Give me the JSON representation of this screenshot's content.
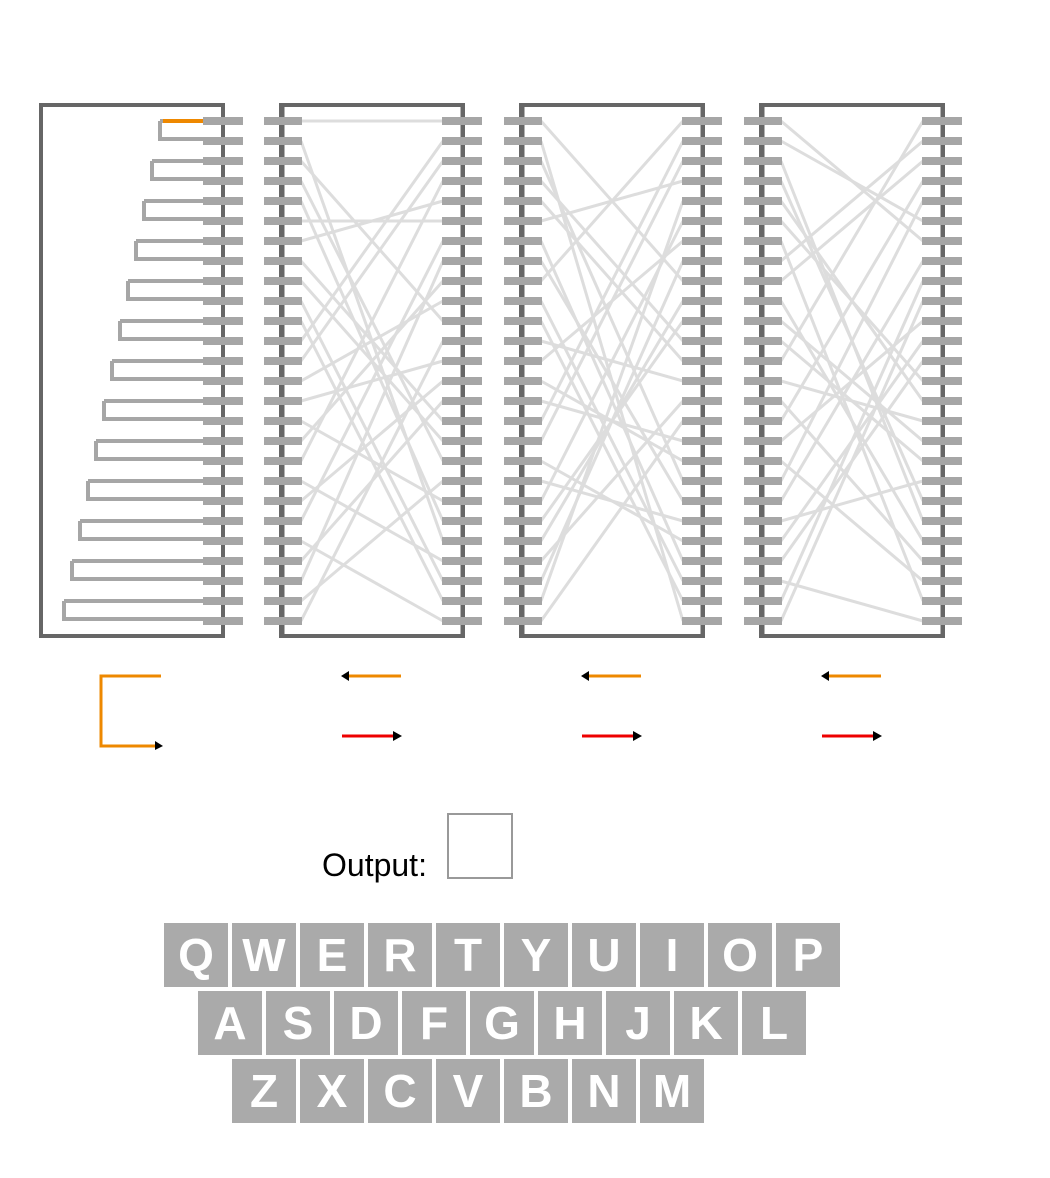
{
  "colors": {
    "frame": "#666666",
    "pin": "#a6a6a6",
    "wire": "#dddddd",
    "active_wire": "#ee8800",
    "return_wire": "#ee0000",
    "key_bg": "#aaaaaa",
    "key_text": "#ffffff"
  },
  "machine": {
    "pin_count": 13,
    "reflector": {
      "highlighted_pin": 0
    },
    "rotors": [
      {
        "name": "rotor-1",
        "wiring": [
          [
            0,
            0
          ],
          [
            1,
            5
          ],
          [
            2,
            10
          ],
          [
            3,
            2
          ],
          [
            4,
            8
          ],
          [
            5,
            12
          ],
          [
            6,
            1
          ],
          [
            7,
            6
          ],
          [
            8,
            4
          ],
          [
            9,
            11
          ],
          [
            10,
            3
          ],
          [
            11,
            7
          ],
          [
            12,
            9
          ]
        ]
      },
      {
        "name": "rotor-2",
        "wiring": [
          [
            0,
            4
          ],
          [
            1,
            9
          ],
          [
            2,
            6
          ],
          [
            3,
            11
          ],
          [
            4,
            0
          ],
          [
            5,
            12
          ],
          [
            6,
            3
          ],
          [
            7,
            8
          ],
          [
            8,
            1
          ],
          [
            9,
            10
          ],
          [
            10,
            5
          ],
          [
            11,
            7
          ],
          [
            12,
            2
          ]
        ]
      },
      {
        "name": "rotor-3",
        "wiring": [
          [
            0,
            3
          ],
          [
            1,
            10
          ],
          [
            2,
            7
          ],
          [
            3,
            12
          ],
          [
            4,
            1
          ],
          [
            5,
            8
          ],
          [
            6,
            0
          ],
          [
            7,
            11
          ],
          [
            8,
            5
          ],
          [
            9,
            2
          ],
          [
            10,
            9
          ],
          [
            11,
            6
          ],
          [
            12,
            4
          ]
        ]
      }
    ]
  },
  "output": {
    "label": "Output:",
    "value": ""
  },
  "keyboard": {
    "rows": [
      [
        "Q",
        "W",
        "E",
        "R",
        "T",
        "Y",
        "U",
        "I",
        "O",
        "P"
      ],
      [
        "A",
        "S",
        "D",
        "F",
        "G",
        "H",
        "J",
        "K",
        "L"
      ],
      [
        "Z",
        "X",
        "C",
        "V",
        "B",
        "N",
        "M"
      ]
    ]
  }
}
